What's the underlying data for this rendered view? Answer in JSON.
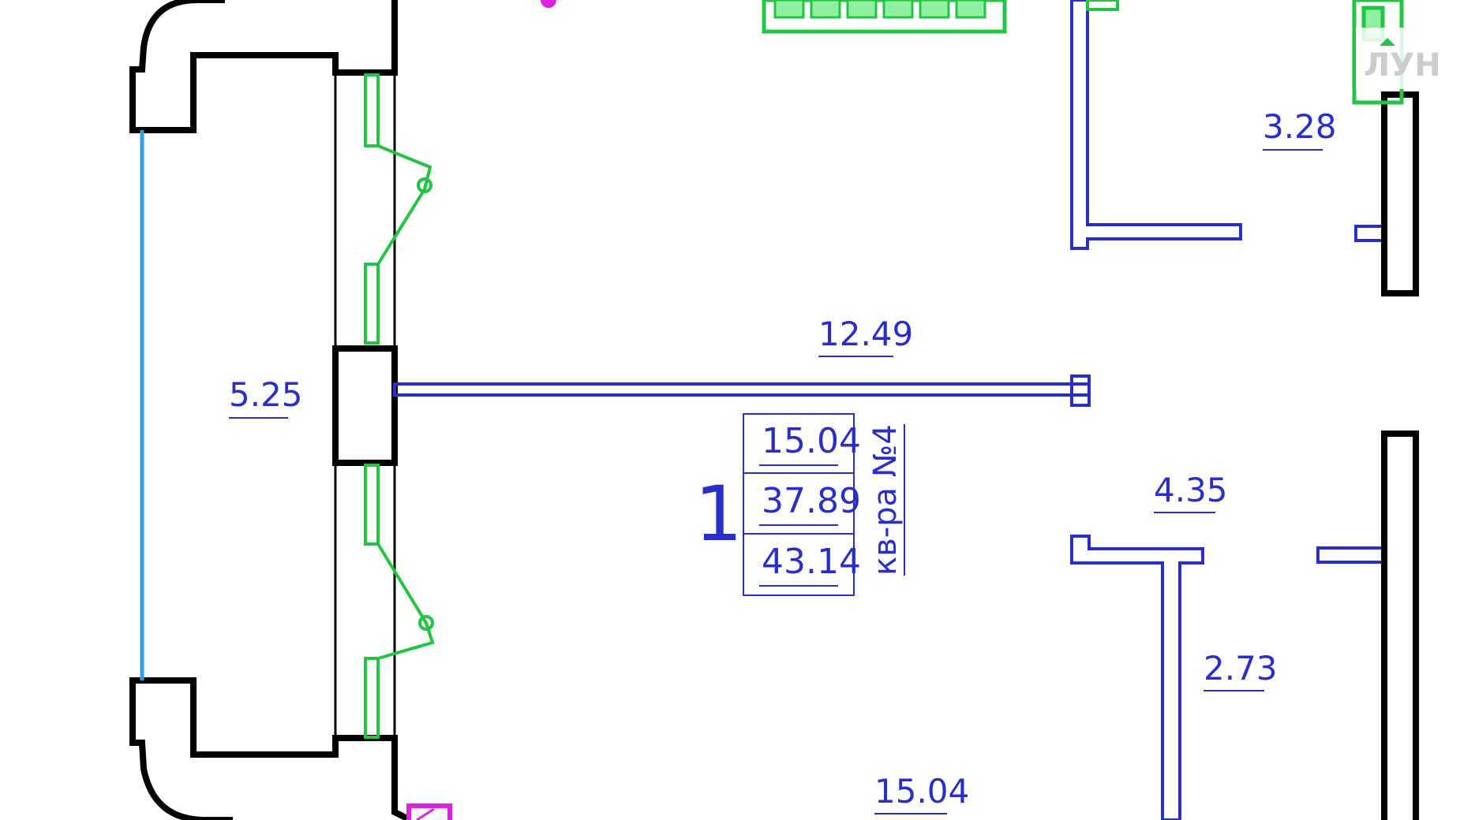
{
  "colors": {
    "wall": "#000000",
    "partition": "#2a2ec8",
    "window": "#2f9fe0",
    "fixture": "#21c443",
    "fixture_fill": "#8ff0a0",
    "marker": "#e020e0"
  },
  "rooms": {
    "balcony_area": "5.25",
    "room_area": "12.49",
    "top_right_area": "3.28",
    "right_middle_area": "4.35",
    "right_lower_area": "2.73",
    "bottom_area": "15.04"
  },
  "apartment": {
    "number": "1",
    "label": "кв-ра №4",
    "areas": [
      "15.04",
      "37.89",
      "43.14"
    ]
  },
  "watermark": {
    "text": "ЛУН"
  }
}
